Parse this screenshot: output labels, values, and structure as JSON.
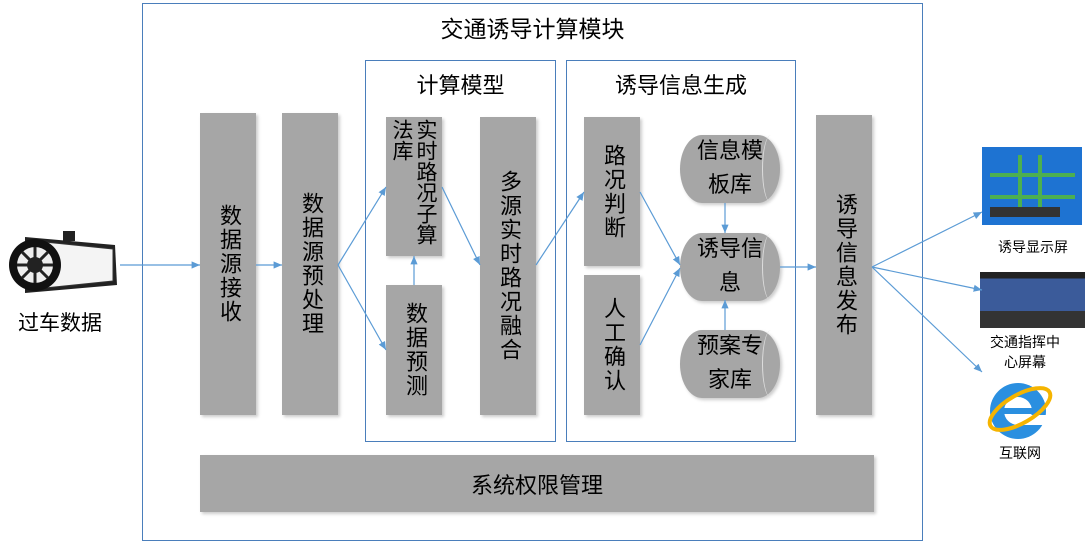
{
  "title": "交通诱导计算模块",
  "input": {
    "label": "过车数据",
    "icon": "traffic-camera-icon"
  },
  "blocks": {
    "receive": "数据源接收",
    "preprocess": "数据源预处理",
    "model_group": "计算模型",
    "sub_algo": "实时路况子算法库",
    "predict": "数据预测",
    "fusion": "多源实时路况融合",
    "gen_group": "诱导信息生成",
    "judge": "路况判断",
    "manual": "人工确认",
    "template": "信息模板库",
    "info": "诱导信息",
    "plan": "预案专家库",
    "publish": "诱导信息发布",
    "auth": "系统权限管理"
  },
  "outputs": [
    {
      "label": "诱导显示屏",
      "icon": "guidance-sign-icon"
    },
    {
      "label": "交通指挥中心屏幕",
      "icon": "command-center-screen-icon"
    },
    {
      "label": "互联网",
      "icon": "internet-explorer-icon"
    }
  ],
  "colors": {
    "gray": "#a6a6a6",
    "arrow": "#5b9bd5",
    "frame": "#4a7ebb"
  }
}
